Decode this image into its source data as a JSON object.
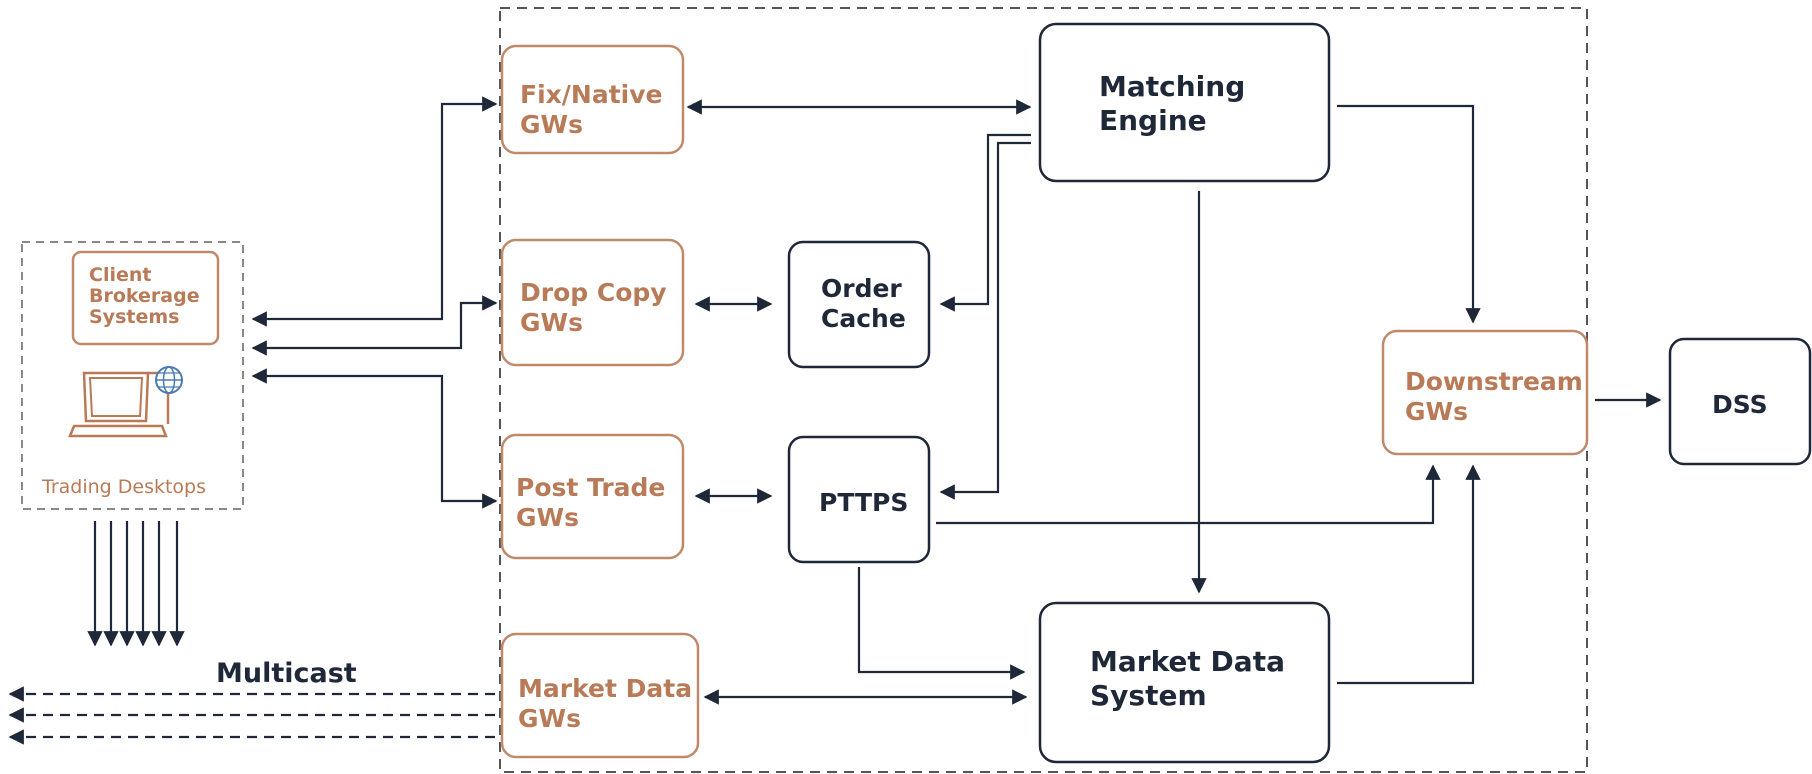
{
  "nodes": {
    "fix_native": [
      "Fix/Native",
      "GWs"
    ],
    "drop_copy": [
      "Drop Copy",
      "GWs"
    ],
    "post_trade": [
      "Post Trade",
      "GWs"
    ],
    "market_data_gw": [
      "Market Data",
      "GWs"
    ],
    "order_cache": [
      "Order",
      "Cache"
    ],
    "pttps": "PTTPS",
    "matching_engine": [
      "Matching",
      "Engine"
    ],
    "market_data_system": [
      "Market Data",
      "System"
    ],
    "downstream": [
      "Downstream",
      "GWs"
    ],
    "dss": "DSS",
    "client_brokerage": [
      "Client",
      "Brokerage",
      "Systems"
    ],
    "trading_desktops": "Trading Desktops"
  },
  "labels": {
    "multicast": "Multicast"
  },
  "colors": {
    "dark": "#1e2838",
    "brown": "#b97a57",
    "globe": "#4a7bb5"
  },
  "icons": {
    "laptop": "laptop-icon",
    "globe": "globe-icon"
  }
}
